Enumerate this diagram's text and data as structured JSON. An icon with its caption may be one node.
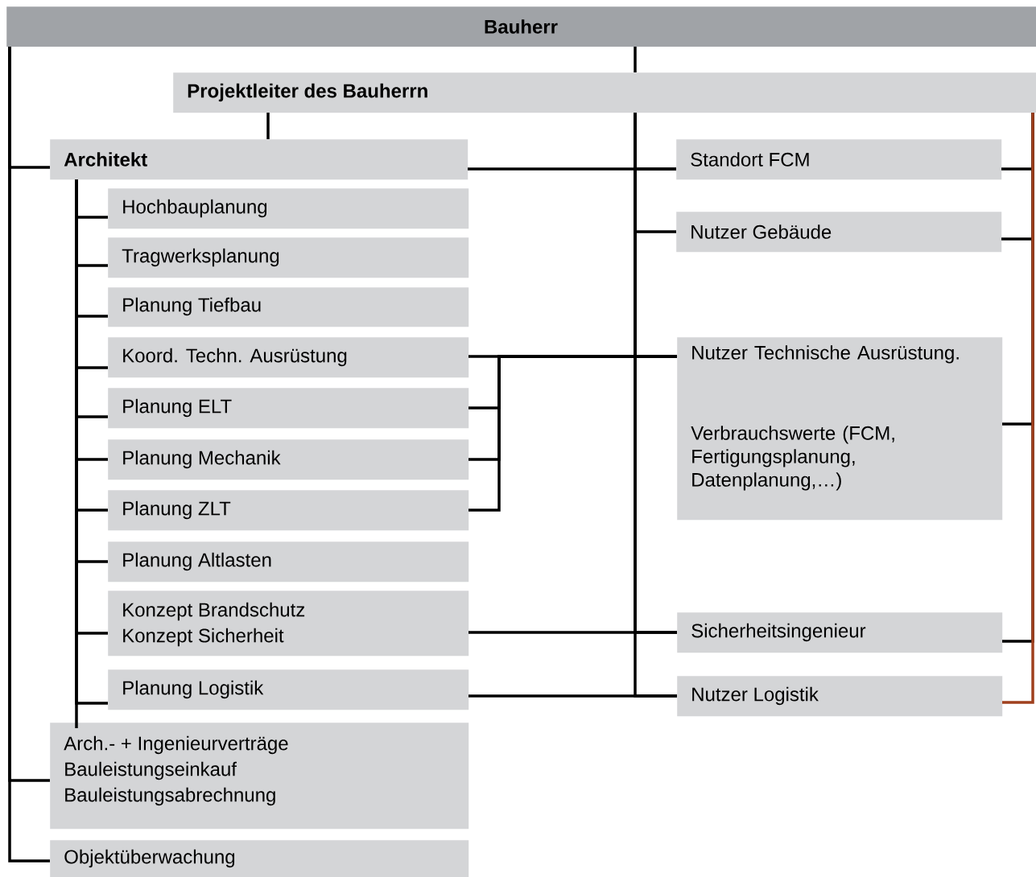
{
  "diagram": {
    "nodes": [
      {
        "text": [
          "Bauherr"
        ]
      },
      {
        "text": [
          "Projektleiter des Bauherrn"
        ]
      },
      {
        "text": [
          "Architekt"
        ]
      },
      {
        "text": [
          "Hochbauplanung"
        ]
      },
      {
        "text": [
          "Tragwerksplanung"
        ]
      },
      {
        "text": [
          "Planung Tiefbau"
        ]
      },
      {
        "text": [
          "Koord. Techn. Ausrüstung"
        ]
      },
      {
        "text": [
          "Planung ELT"
        ]
      },
      {
        "text": [
          "Planung Mechanik"
        ]
      },
      {
        "text": [
          "Planung ZLT"
        ]
      },
      {
        "text": [
          "Planung Altlasten"
        ]
      },
      {
        "text": [
          "Konzept Brandschutz",
          "Konzept Sicherheit"
        ]
      },
      {
        "text": [
          "Planung Logistik"
        ]
      },
      {
        "text": [
          "Arch.- + Ingenieurverträge",
          "Bauleistungseinkauf",
          "Bauleistungsabrechnung"
        ]
      },
      {
        "text": [
          "Objektüberwachung"
        ]
      },
      {
        "text": [
          "Standort FCM"
        ]
      },
      {
        "text": [
          "Nutzer Gebäude"
        ]
      },
      {
        "text": [
          "Nutzer Technische Ausrüstung.",
          "Verbrauchswerte (FCM, Fertigungsplanung, Datenplanung,…)"
        ]
      },
      {
        "text": [
          "Sicherheitsingenieur"
        ]
      },
      {
        "text": [
          "Nutzer Logistik"
        ]
      }
    ],
    "edges": [
      {
        "from": 0,
        "to": 1,
        "arrow": "none"
      },
      {
        "from": 0,
        "to": 2,
        "arrow": "none"
      },
      {
        "from": 0,
        "to": 13,
        "arrow": "none"
      },
      {
        "from": 0,
        "to": 14,
        "arrow": "none"
      },
      {
        "from": 1,
        "to": 2,
        "arrow": "none"
      },
      {
        "from": 2,
        "to": 15,
        "arrow": "none"
      },
      {
        "from": 2,
        "to": 3,
        "arrow": "none"
      },
      {
        "from": 2,
        "to": 4,
        "arrow": "none"
      },
      {
        "from": 2,
        "to": 5,
        "arrow": "none"
      },
      {
        "from": 2,
        "to": 6,
        "arrow": "none"
      },
      {
        "from": 2,
        "to": 7,
        "arrow": "none"
      },
      {
        "from": 2,
        "to": 8,
        "arrow": "none"
      },
      {
        "from": 2,
        "to": 9,
        "arrow": "none"
      },
      {
        "from": 2,
        "to": 10,
        "arrow": "none"
      },
      {
        "from": 2,
        "to": 11,
        "arrow": "none"
      },
      {
        "from": 2,
        "to": 12,
        "arrow": "none"
      },
      {
        "from": 2,
        "to": 13,
        "arrow": "none"
      },
      {
        "from": 6,
        "to": 17,
        "arrow": "none"
      },
      {
        "from": 7,
        "to": 17,
        "arrow": "none"
      },
      {
        "from": 8,
        "to": 17,
        "arrow": "none"
      },
      {
        "from": 9,
        "to": 17,
        "arrow": "none"
      },
      {
        "from": 11,
        "to": 18,
        "arrow": "none"
      },
      {
        "from": 12,
        "to": 19,
        "arrow": "none"
      },
      {
        "from": 1,
        "to": 15,
        "arrow": "none"
      },
      {
        "from": 1,
        "to": 16,
        "arrow": "none"
      },
      {
        "from": 1,
        "to": 17,
        "arrow": "none"
      },
      {
        "from": 1,
        "to": 18,
        "arrow": "none"
      },
      {
        "from": 1,
        "to": 19,
        "arrow": "none"
      },
      {
        "from": 1,
        "to": 15,
        "arrow": "none"
      },
      {
        "from": 1,
        "to": 16,
        "arrow": "none"
      },
      {
        "from": 1,
        "to": 17,
        "arrow": "none"
      },
      {
        "from": 1,
        "to": 18,
        "arrow": "none"
      },
      {
        "from": 1,
        "to": 19,
        "arrow": "none",
        "color": "#a0401e"
      }
    ]
  }
}
